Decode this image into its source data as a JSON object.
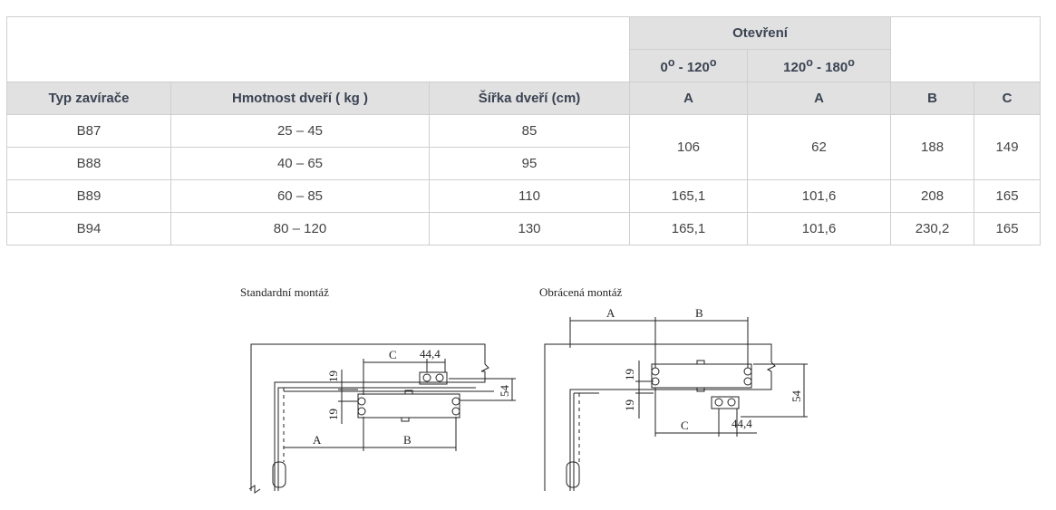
{
  "table": {
    "group_header": "Otevření",
    "angle_headers": [
      "0",
      "120",
      "120",
      "180"
    ],
    "angle_sep": " - ",
    "angle_sup": "o",
    "columns": [
      "Typ zavírače",
      "Hmotnost dveří ( kg )",
      "Šířka dveří (cm)",
      "A",
      "A",
      "B",
      "C"
    ],
    "rows": [
      {
        "type": "B87",
        "weight": "25 – 45",
        "width": "85"
      },
      {
        "type": "B88",
        "weight": "40 – 65",
        "width": "95"
      },
      {
        "type": "B89",
        "weight": "60 – 85",
        "width": "110",
        "a1": "165,1",
        "a2": "101,6",
        "b": "208",
        "c": "165"
      },
      {
        "type": "B94",
        "weight": "80 – 120",
        "width": "130",
        "a1": "165,1",
        "a2": "101,6",
        "b": "230,2",
        "c": "165"
      }
    ],
    "merged": {
      "a1": "106",
      "a2": "62",
      "b": "188",
      "c": "149"
    }
  },
  "drawings": {
    "standard_title": "Standardní montáž",
    "reverse_title": "Obrácená montáž",
    "dim_a": "A",
    "dim_b": "B",
    "dim_c": "C",
    "dim_44": "44,4",
    "dim_19": "19",
    "dim_54": "54"
  }
}
